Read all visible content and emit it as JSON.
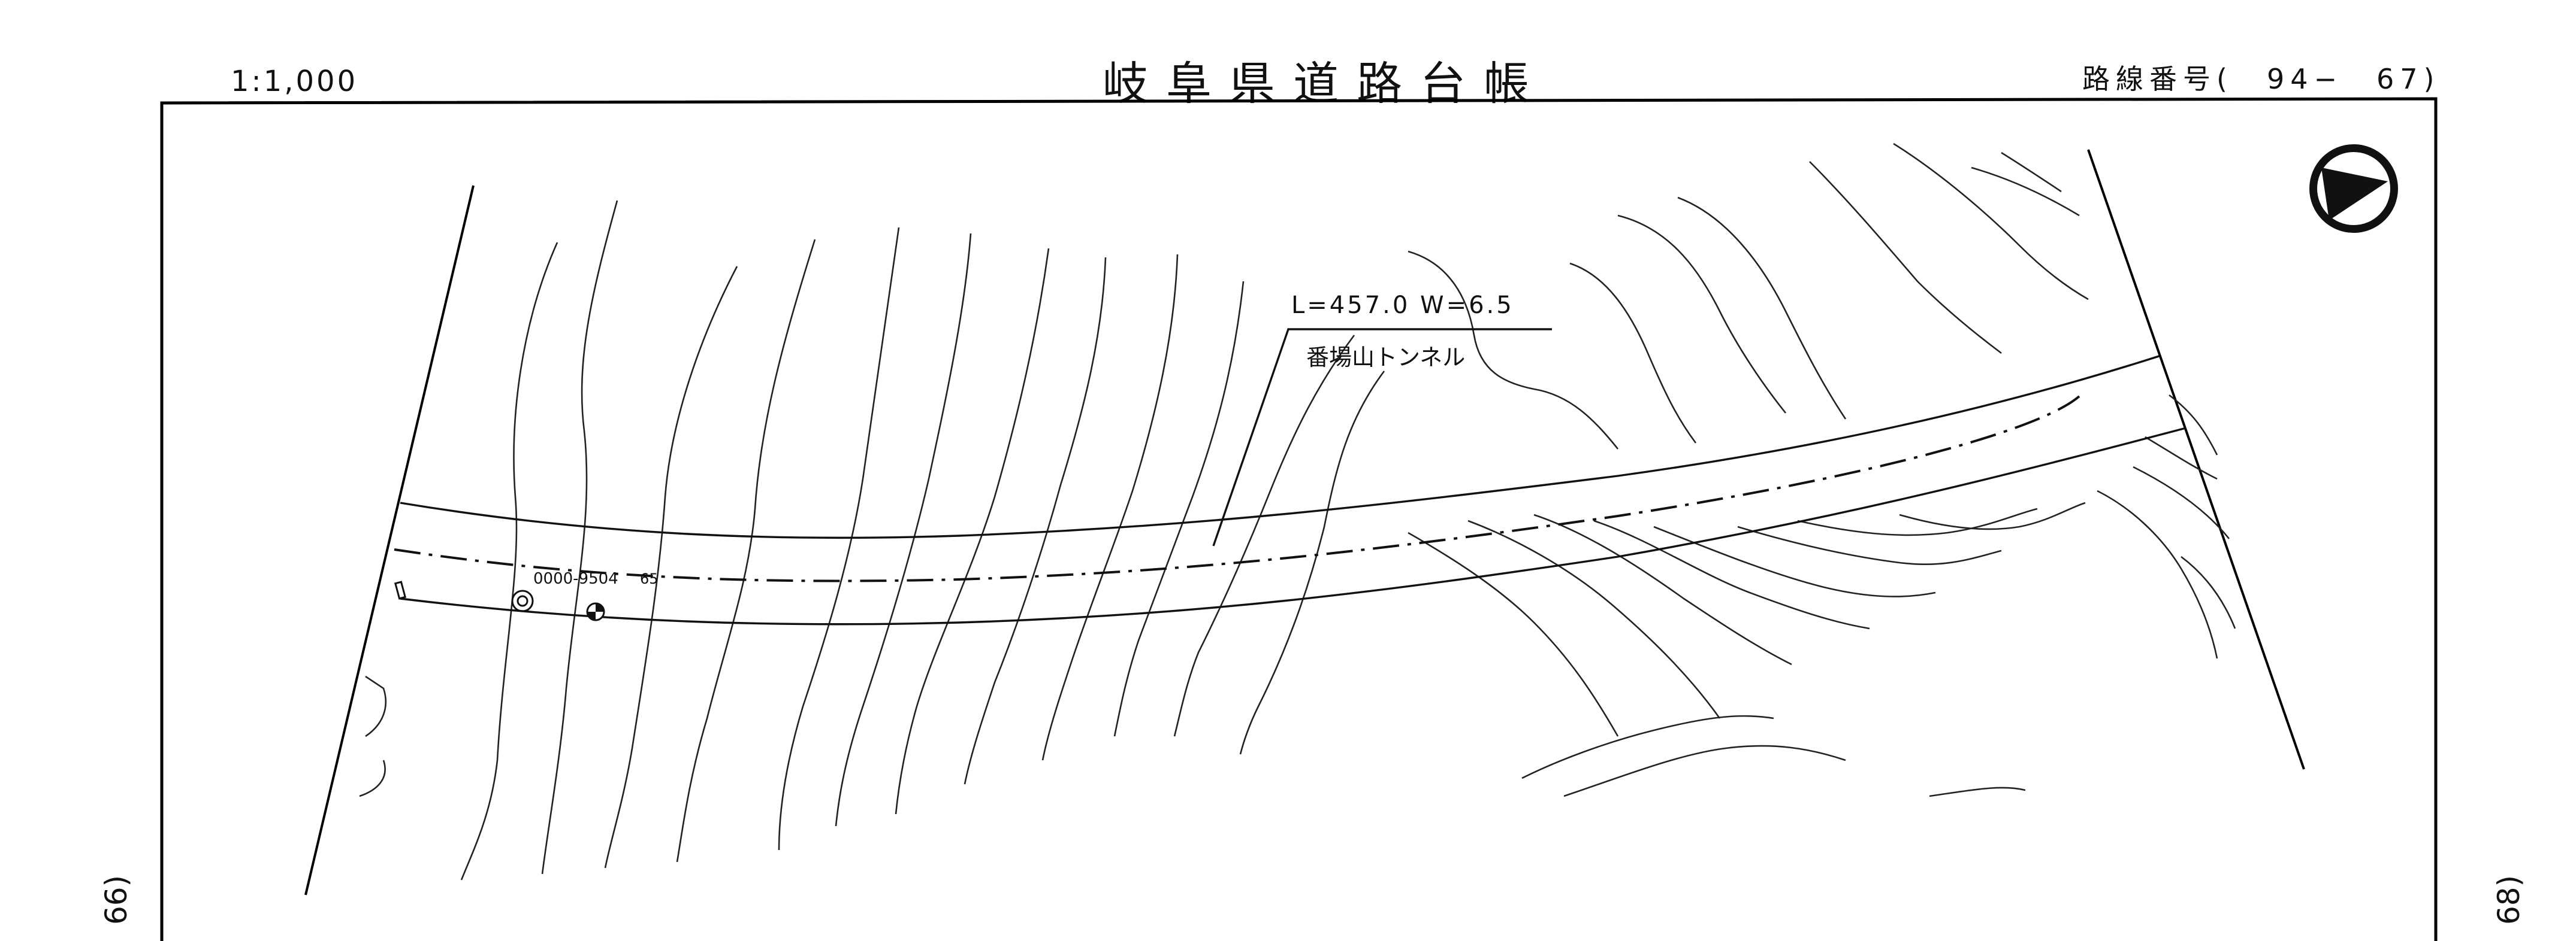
{
  "header": {
    "scale": "1:1,000",
    "title": "岐阜県道路台帳",
    "route_label": "路線番号(　94−　67)"
  },
  "sheet_refs": {
    "left": "66)",
    "right": "68)"
  },
  "map": {
    "tunnel_dims": "L=457.0 W=6.5",
    "tunnel_name": "番場山トンネル",
    "station_code": "0000-9504",
    "station_mark": "65",
    "north_arrow_icon": "north-arrow-icon"
  }
}
